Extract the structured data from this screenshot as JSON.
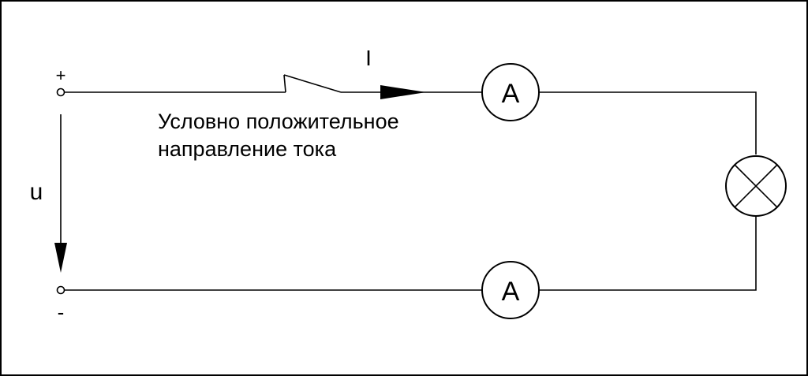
{
  "diagram": {
    "polarity_plus": "+",
    "polarity_minus": "-",
    "voltage_label": "u",
    "current_label": "I",
    "ammeter_top_label": "A",
    "ammeter_bottom_label": "A",
    "direction_note_line1": "Условно положительное",
    "direction_note_line2": "направление тока"
  }
}
